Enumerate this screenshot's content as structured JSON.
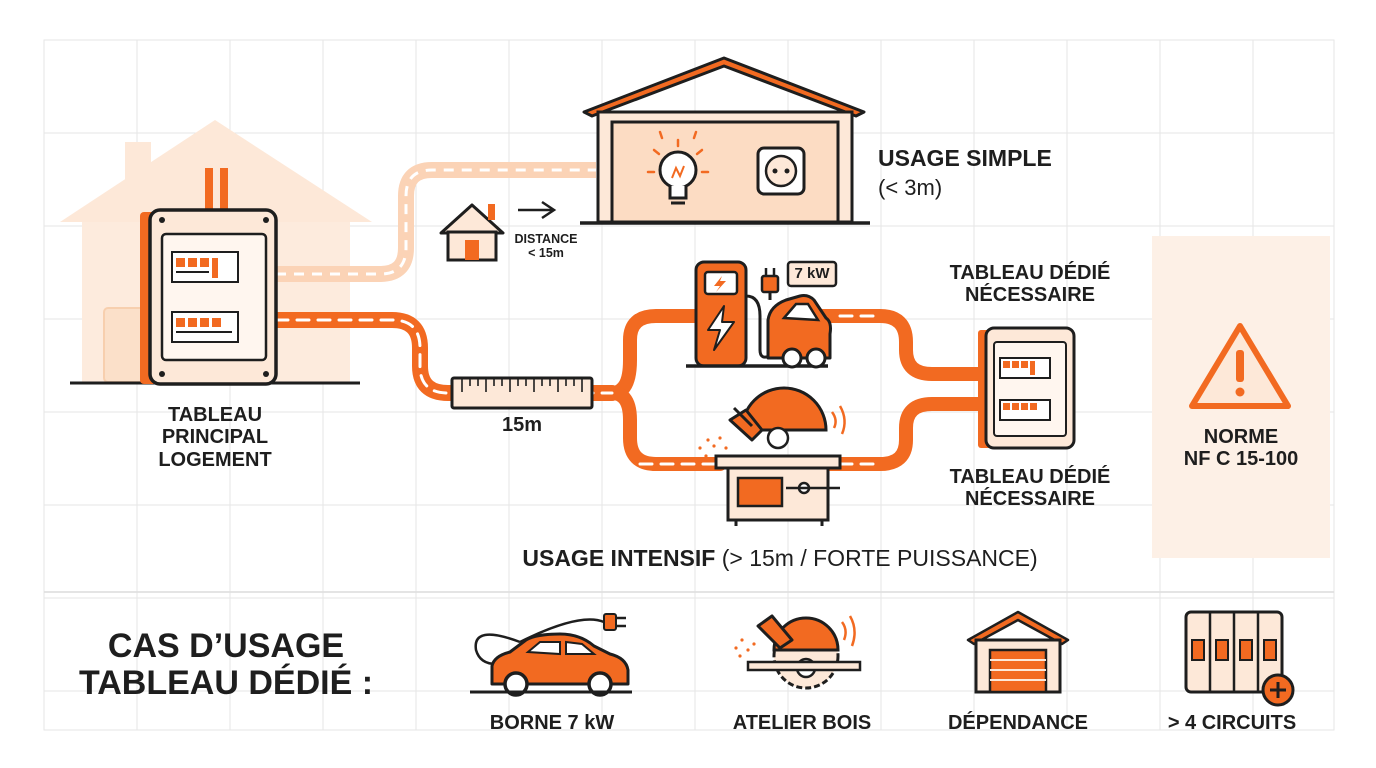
{
  "colors": {
    "accent": "#f26a21",
    "accent_light": "#fbd3b6",
    "fill_light": "#fde4d0",
    "ink": "#1e1e1e",
    "grid": "#e4e4e4"
  },
  "main_panel": {
    "label": "TABLEAU PRINCIPAL LOGEMENT",
    "label_lines": [
      "TABLEAU",
      "PRINCIPAL",
      "LOGEMENT"
    ]
  },
  "distance_badge": {
    "line1": "DISTANCE",
    "line2": "< 15m"
  },
  "usage_simple": {
    "title": "USAGE SIMPLE",
    "subtitle": "(< 3m)"
  },
  "ruler": {
    "label": "15m"
  },
  "ev_charger": {
    "power_tag": "7 kW"
  },
  "dedicated_panel_top": {
    "lines": [
      "TABLEAU DÉDIÉ",
      "NÉCESSAIRE"
    ]
  },
  "dedicated_panel_bottom": {
    "lines": [
      "TABLEAU DÉDIÉ",
      "NÉCESSAIRE"
    ]
  },
  "norm_box": {
    "lines": [
      "NORME",
      "NF C 15-100"
    ]
  },
  "usage_intensif": {
    "bold": "USAGE INTENSIF",
    "normal": "(> 15m / FORTE PUISSANCE)"
  },
  "use_cases": {
    "title_lines": [
      "CAS D’USAGE",
      "TABLEAU DÉDIÉ :"
    ],
    "items": [
      {
        "label": "BORNE 7 kW",
        "icon": "ev-car-icon"
      },
      {
        "label": "ATELIER BOIS",
        "icon": "circular-saw-icon"
      },
      {
        "label": "DÉPENDANCE",
        "icon": "garage-icon"
      },
      {
        "label": "> 4 CIRCUITS",
        "icon": "breakers-plus-icon"
      }
    ]
  }
}
